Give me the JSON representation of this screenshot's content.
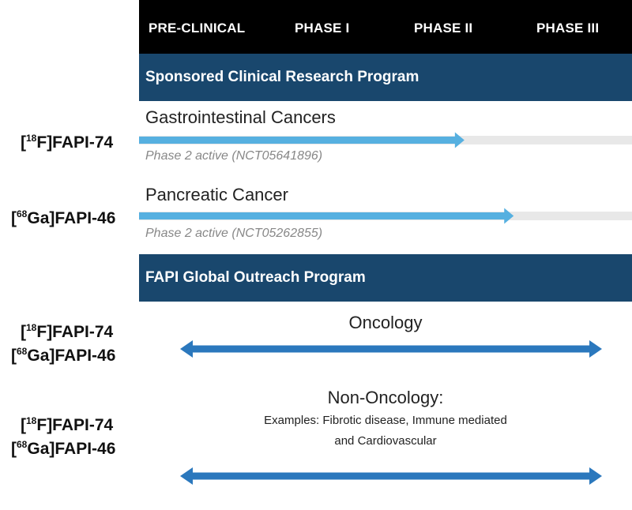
{
  "phases": [
    "PRE-CLINICAL",
    "PHASE I",
    "PHASE II",
    "PHASE III"
  ],
  "sponsored_program": {
    "title": "Sponsored Clinical Research Program",
    "rows": [
      {
        "compound": {
          "bracket_open": "[",
          "isotope_mass": "18",
          "element": "F",
          "rest": "]FAPI-74"
        },
        "indication": "Gastrointestinal Cancers",
        "status": "Phase 2 active (NCT05641896)",
        "progress_fraction": 0.66
      },
      {
        "compound": {
          "bracket_open": "[",
          "isotope_mass": "68",
          "element": "Ga",
          "rest": "]FAPI-46"
        },
        "indication": "Pancreatic Cancer",
        "status": "Phase 2 active (NCT05262855)",
        "progress_fraction": 0.76
      }
    ]
  },
  "outreach_program": {
    "title": "FAPI Global Outreach Program",
    "rows": [
      {
        "compounds": [
          {
            "bracket_open": "[",
            "isotope_mass": "18",
            "element": "F",
            "rest": "]FAPI-74"
          },
          {
            "bracket_open": "[",
            "isotope_mass": "68",
            "element": "Ga",
            "rest": "]FAPI-46"
          }
        ],
        "title": "Oncology",
        "subtitle_lines": []
      },
      {
        "compounds": [
          {
            "bracket_open": "[",
            "isotope_mass": "18",
            "element": "F",
            "rest": "]FAPI-74"
          },
          {
            "bracket_open": "[",
            "isotope_mass": "68",
            "element": "Ga",
            "rest": "]FAPI-46"
          }
        ],
        "title": "Non-Oncology:",
        "subtitle_lines": [
          "Examples: Fibrotic disease, Immune mediated",
          "and Cardiovascular"
        ]
      }
    ]
  },
  "colors": {
    "header_bg": "#000000",
    "band_bg": "#19476d",
    "progress_arrow": "#56b0e0",
    "track": "#e8e8e8",
    "outreach_arrow": "#2b78bd",
    "status_text": "#888888"
  }
}
